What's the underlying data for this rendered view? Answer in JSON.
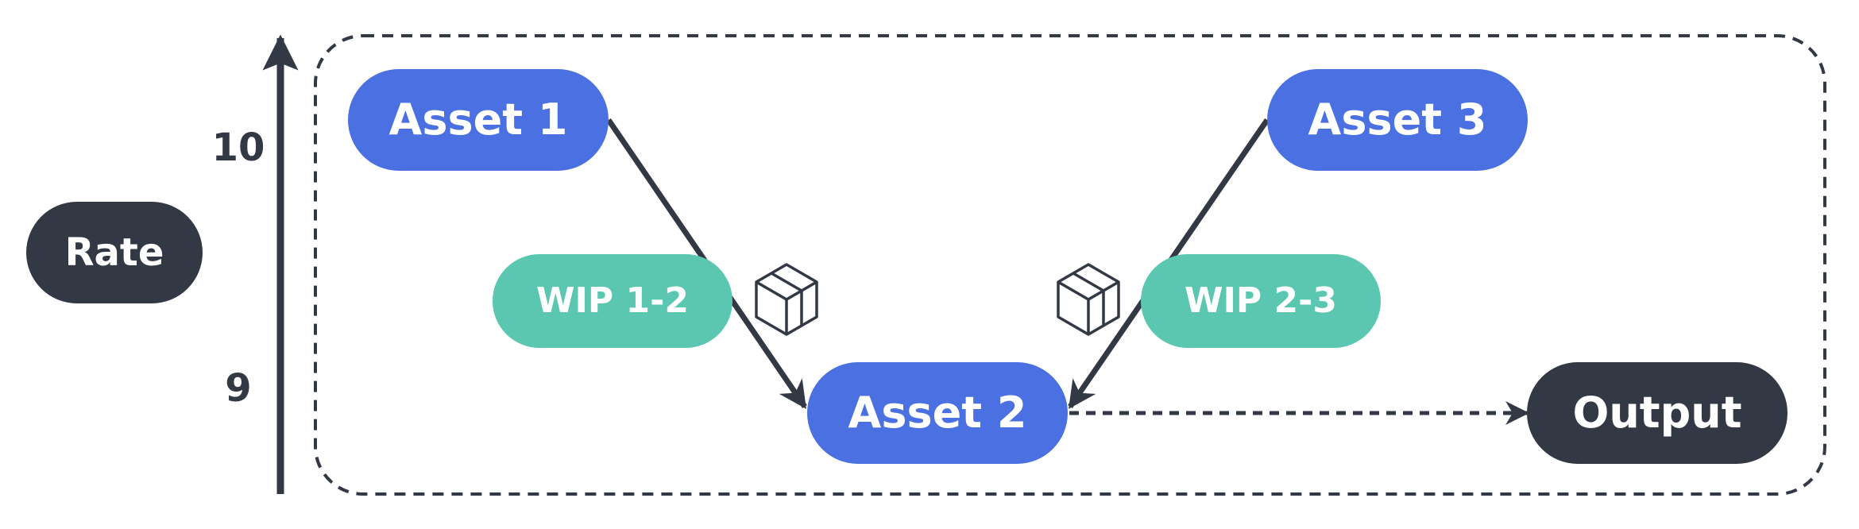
{
  "colors": {
    "asset": "#4a70e2",
    "wip": "#5bc7b0",
    "dark": "#323844",
    "text_light": "#ffffff",
    "outline": "#323844"
  },
  "rate": {
    "label": "Rate",
    "tick_high": "10",
    "tick_low": "9"
  },
  "nodes": {
    "asset_1": "Asset 1",
    "asset_2": "Asset 2",
    "asset_3": "Asset 3",
    "wip_1_2": "WIP 1-2",
    "wip_2_3": "WIP 2-3",
    "output": "Output"
  },
  "icons": {
    "inventory_left": "package-icon",
    "inventory_right": "package-icon"
  }
}
